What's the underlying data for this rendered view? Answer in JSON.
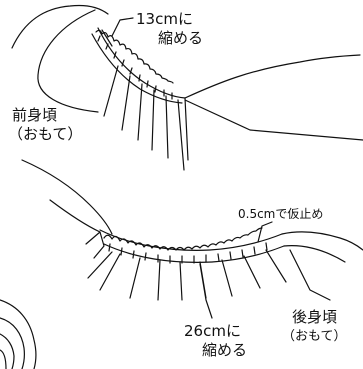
{
  "labels": {
    "top_gather": {
      "line1": "13cmに",
      "line2": "縮める"
    },
    "front_bodice": {
      "line1": "前身頃",
      "line2": "（おもて）"
    },
    "basting": {
      "text": "0.5cmで仮止め"
    },
    "bottom_gather": {
      "line1": "26cmに",
      "line2": "縮める"
    },
    "back_bodice": {
      "line1": "後身頃",
      "line2": "（おもて）"
    }
  },
  "style": {
    "ink": "#111111",
    "paper": "#ffffff"
  }
}
